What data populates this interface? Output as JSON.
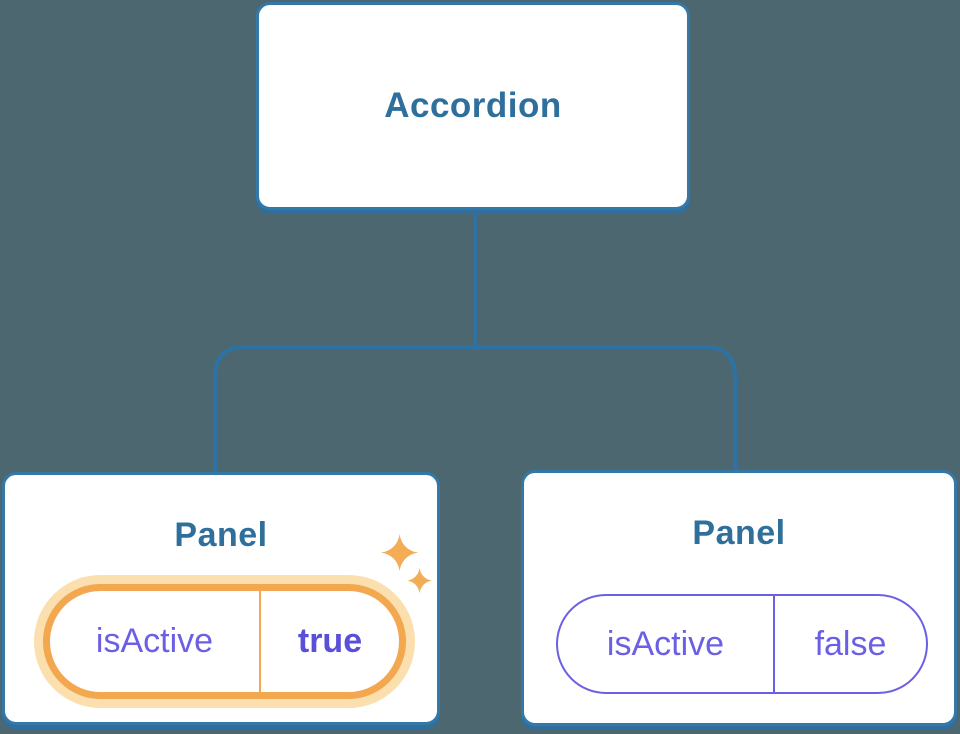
{
  "diagram": {
    "root": {
      "label": "Accordion"
    },
    "children": [
      {
        "label": "Panel",
        "state": {
          "key": "isActive",
          "value": "true"
        },
        "highlighted": true,
        "icon": "sparkle-icon"
      },
      {
        "label": "Panel",
        "state": {
          "key": "isActive",
          "value": "false"
        },
        "highlighted": false
      }
    ]
  },
  "colors": {
    "background": "#4d6771",
    "connector_blue": "#2d72a4",
    "card_border_blue": "#3478a8",
    "card_shadow_blue": "#2e6f9f",
    "card_background": "#ffffff",
    "heading_blue": "#2e6f9c",
    "state_purple": "#6b5fe6",
    "state_purple_bold": "#5a4fd8",
    "highlight_orange": "#f3a74e",
    "highlight_halo": "#fbdfae",
    "sparkle_orange": "#f2ad55"
  }
}
